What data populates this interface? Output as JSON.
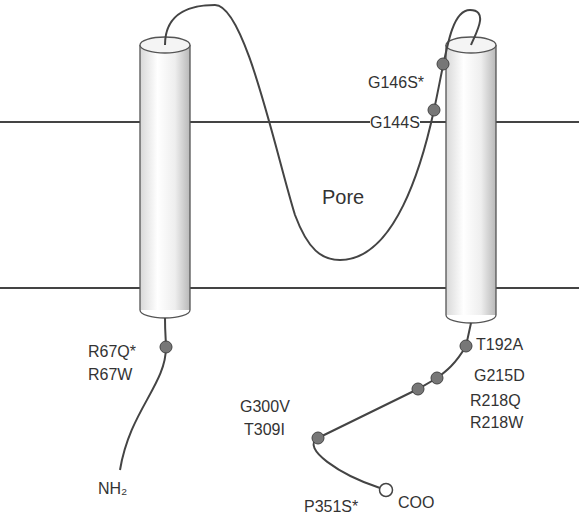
{
  "diagram": {
    "labels": [
      "G146S*",
      "G144S",
      "Pore",
      "R67Q*",
      "R67W",
      "T192A",
      "G215D",
      "R218Q",
      "R218W",
      "G300V",
      "T309I",
      "NH₂",
      "P351S*",
      "COO"
    ]
  }
}
